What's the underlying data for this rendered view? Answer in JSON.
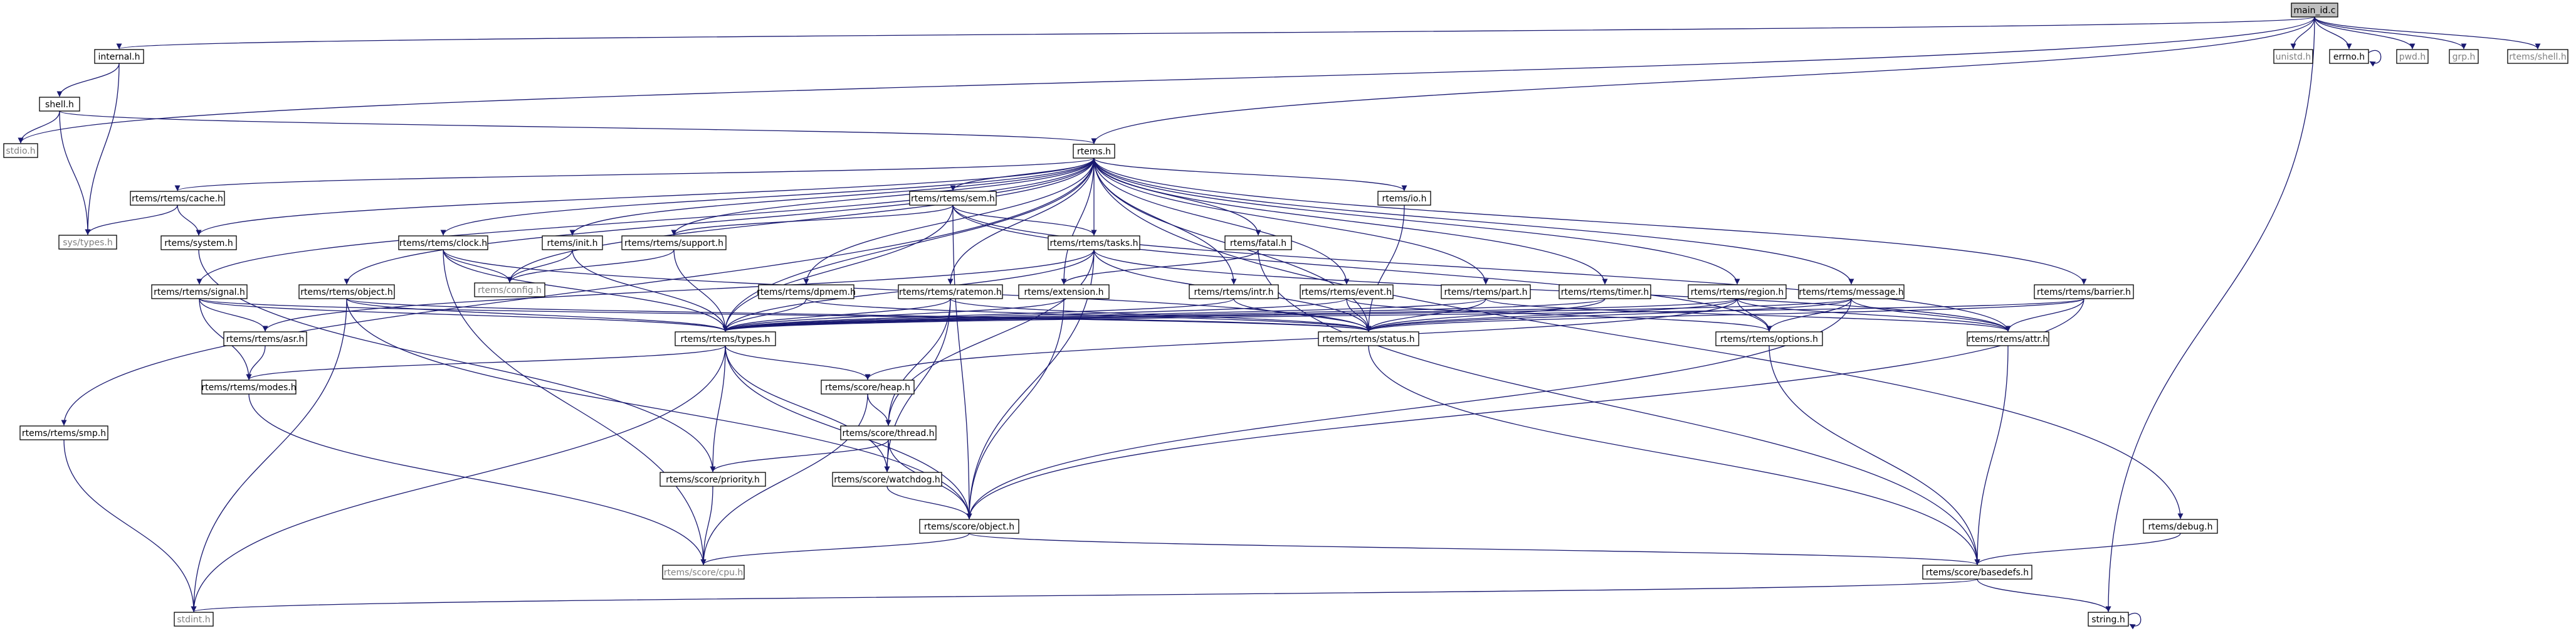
{
  "colors": {
    "edge": "#191970",
    "border_plain": "#000000",
    "border_red": "#ff0000",
    "border_gray": "#bfbfbf",
    "text_plain": "#000000",
    "text_gray": "#7f7f7f",
    "focus_fill": "#bfbfbf",
    "fill": "#ffffff"
  },
  "nodes": [
    {
      "id": "main_id",
      "label": "main_id.c",
      "style": "focus"
    },
    {
      "id": "internal",
      "label": "internal.h",
      "style": "plain"
    },
    {
      "id": "shell",
      "label": "shell.h",
      "style": "red"
    },
    {
      "id": "stdio",
      "label": "stdio.h",
      "style": "gray"
    },
    {
      "id": "systypes",
      "label": "sys/types.h",
      "style": "gray"
    },
    {
      "id": "unistd",
      "label": "unistd.h",
      "style": "gray"
    },
    {
      "id": "errno",
      "label": "errno.h",
      "style": "plain"
    },
    {
      "id": "pwd",
      "label": "pwd.h",
      "style": "gray"
    },
    {
      "id": "grp",
      "label": "grp.h",
      "style": "gray"
    },
    {
      "id": "rshell",
      "label": "rtems/shell.h",
      "style": "gray"
    },
    {
      "id": "rtemsh",
      "label": "rtems.h",
      "style": "plain"
    },
    {
      "id": "cache",
      "label": "rtems/rtems/cache.h",
      "style": "plain"
    },
    {
      "id": "system",
      "label": "rtems/system.h",
      "style": "plain"
    },
    {
      "id": "clock",
      "label": "rtems/rtems/clock.h",
      "style": "red"
    },
    {
      "id": "init",
      "label": "rtems/init.h",
      "style": "plain"
    },
    {
      "id": "sem",
      "label": "rtems/rtems/sem.h",
      "style": "red"
    },
    {
      "id": "support",
      "label": "rtems/rtems/support.h",
      "style": "plain"
    },
    {
      "id": "config",
      "label": "rtems/config.h",
      "style": "gray"
    },
    {
      "id": "tasks",
      "label": "rtems/rtems/tasks.h",
      "style": "plain"
    },
    {
      "id": "fatal",
      "label": "rtems/fatal.h",
      "style": "plain"
    },
    {
      "id": "io",
      "label": "rtems/io.h",
      "style": "plain"
    },
    {
      "id": "signal",
      "label": "rtems/rtems/signal.h",
      "style": "plain"
    },
    {
      "id": "object",
      "label": "rtems/rtems/object.h",
      "style": "plain"
    },
    {
      "id": "dpmem",
      "label": "rtems/rtems/dpmem.h",
      "style": "plain"
    },
    {
      "id": "ratemon",
      "label": "rtems/rtems/ratemon.h",
      "style": "red"
    },
    {
      "id": "extension",
      "label": "rtems/extension.h",
      "style": "red"
    },
    {
      "id": "intr",
      "label": "rtems/rtems/intr.h",
      "style": "red"
    },
    {
      "id": "event",
      "label": "rtems/rtems/event.h",
      "style": "plain"
    },
    {
      "id": "part",
      "label": "rtems/rtems/part.h",
      "style": "plain"
    },
    {
      "id": "timer",
      "label": "rtems/rtems/timer.h",
      "style": "plain"
    },
    {
      "id": "region",
      "label": "rtems/rtems/region.h",
      "style": "red"
    },
    {
      "id": "message",
      "label": "rtems/rtems/message.h",
      "style": "red"
    },
    {
      "id": "barrier",
      "label": "rtems/rtems/barrier.h",
      "style": "red"
    },
    {
      "id": "asr",
      "label": "rtems/rtems/asr.h",
      "style": "red"
    },
    {
      "id": "types",
      "label": "rtems/rtems/types.h",
      "style": "plain"
    },
    {
      "id": "status",
      "label": "rtems/rtems/status.h",
      "style": "plain"
    },
    {
      "id": "options",
      "label": "rtems/rtems/options.h",
      "style": "plain"
    },
    {
      "id": "attr",
      "label": "rtems/rtems/attr.h",
      "style": "plain"
    },
    {
      "id": "modes",
      "label": "rtems/rtems/modes.h",
      "style": "plain"
    },
    {
      "id": "heap",
      "label": "rtems/score/heap.h",
      "style": "plain"
    },
    {
      "id": "thread",
      "label": "rtems/score/thread.h",
      "style": "red"
    },
    {
      "id": "smp",
      "label": "rtems/rtems/smp.h",
      "style": "plain"
    },
    {
      "id": "priority",
      "label": "rtems/score/priority.h",
      "style": "plain"
    },
    {
      "id": "watchdog",
      "label": "rtems/score/watchdog.h",
      "style": "plain"
    },
    {
      "id": "scoreobject",
      "label": "rtems/score/object.h",
      "style": "red"
    },
    {
      "id": "debug",
      "label": "rtems/debug.h",
      "style": "plain"
    },
    {
      "id": "basedefs",
      "label": "rtems/score/basedefs.h",
      "style": "red"
    },
    {
      "id": "cpu",
      "label": "rtems/score/cpu.h",
      "style": "gray"
    },
    {
      "id": "stdint",
      "label": "stdint.h",
      "style": "gray"
    },
    {
      "id": "stringh",
      "label": "string.h",
      "style": "plain"
    }
  ],
  "edges": [
    [
      "main_id",
      "internal"
    ],
    [
      "main_id",
      "stdio"
    ],
    [
      "main_id",
      "rtemsh"
    ],
    [
      "main_id",
      "unistd"
    ],
    [
      "main_id",
      "errno"
    ],
    [
      "main_id",
      "pwd"
    ],
    [
      "main_id",
      "grp"
    ],
    [
      "main_id",
      "rshell"
    ],
    [
      "main_id",
      "stringh"
    ],
    [
      "internal",
      "shell"
    ],
    [
      "internal",
      "systypes"
    ],
    [
      "shell",
      "stdio"
    ],
    [
      "shell",
      "systypes"
    ],
    [
      "shell",
      "rtemsh"
    ],
    [
      "errno",
      "errno"
    ],
    [
      "stringh",
      "stringh"
    ],
    [
      "rtemsh",
      "cache"
    ],
    [
      "rtemsh",
      "system"
    ],
    [
      "rtemsh",
      "clock"
    ],
    [
      "rtemsh",
      "init"
    ],
    [
      "rtemsh",
      "sem"
    ],
    [
      "rtemsh",
      "support"
    ],
    [
      "rtemsh",
      "config"
    ],
    [
      "rtemsh",
      "tasks"
    ],
    [
      "rtemsh",
      "fatal"
    ],
    [
      "rtemsh",
      "io"
    ],
    [
      "rtemsh",
      "signal"
    ],
    [
      "rtemsh",
      "object"
    ],
    [
      "rtemsh",
      "dpmem"
    ],
    [
      "rtemsh",
      "ratemon"
    ],
    [
      "rtemsh",
      "extension"
    ],
    [
      "rtemsh",
      "intr"
    ],
    [
      "rtemsh",
      "event"
    ],
    [
      "rtemsh",
      "part"
    ],
    [
      "rtemsh",
      "timer"
    ],
    [
      "rtemsh",
      "region"
    ],
    [
      "rtemsh",
      "message"
    ],
    [
      "rtemsh",
      "barrier"
    ],
    [
      "rtemsh",
      "smp"
    ],
    [
      "rtemsh",
      "debug"
    ],
    [
      "rtemsh",
      "types"
    ],
    [
      "rtemsh",
      "status"
    ],
    [
      "cache",
      "systypes"
    ],
    [
      "cache",
      "system"
    ],
    [
      "system",
      "priority"
    ],
    [
      "clock",
      "config"
    ],
    [
      "clock",
      "types"
    ],
    [
      "clock",
      "status"
    ],
    [
      "clock",
      "cpu"
    ],
    [
      "init",
      "config"
    ],
    [
      "init",
      "types"
    ],
    [
      "sem",
      "support"
    ],
    [
      "sem",
      "types"
    ],
    [
      "sem",
      "tasks"
    ],
    [
      "sem",
      "options"
    ],
    [
      "sem",
      "attr"
    ],
    [
      "sem",
      "scoreobject"
    ],
    [
      "support",
      "config"
    ],
    [
      "support",
      "types"
    ],
    [
      "tasks",
      "types"
    ],
    [
      "tasks",
      "thread"
    ],
    [
      "tasks",
      "status"
    ],
    [
      "tasks",
      "asr"
    ],
    [
      "tasks",
      "scoreobject"
    ],
    [
      "tasks",
      "attr"
    ],
    [
      "fatal",
      "basedefs"
    ],
    [
      "fatal",
      "extension"
    ],
    [
      "io",
      "status"
    ],
    [
      "signal",
      "asr"
    ],
    [
      "signal",
      "modes"
    ],
    [
      "signal",
      "types"
    ],
    [
      "signal",
      "status"
    ],
    [
      "object",
      "types"
    ],
    [
      "object",
      "stdint"
    ],
    [
      "object",
      "scoreobject"
    ],
    [
      "object",
      "status"
    ],
    [
      "dpmem",
      "types"
    ],
    [
      "dpmem",
      "status"
    ],
    [
      "ratemon",
      "types"
    ],
    [
      "ratemon",
      "thread"
    ],
    [
      "ratemon",
      "watchdog"
    ],
    [
      "ratemon",
      "status"
    ],
    [
      "extension",
      "types"
    ],
    [
      "extension",
      "scoreobject"
    ],
    [
      "intr",
      "types"
    ],
    [
      "intr",
      "status"
    ],
    [
      "event",
      "types"
    ],
    [
      "event",
      "status"
    ],
    [
      "event",
      "options"
    ],
    [
      "part",
      "types"
    ],
    [
      "part",
      "status"
    ],
    [
      "part",
      "attr"
    ],
    [
      "timer",
      "types"
    ],
    [
      "timer",
      "status"
    ],
    [
      "region",
      "types"
    ],
    [
      "region",
      "options"
    ],
    [
      "region",
      "status"
    ],
    [
      "region",
      "attr"
    ],
    [
      "region",
      "heap"
    ],
    [
      "message",
      "types"
    ],
    [
      "message",
      "options"
    ],
    [
      "message",
      "status"
    ],
    [
      "message",
      "attr"
    ],
    [
      "message",
      "scoreobject"
    ],
    [
      "barrier",
      "types"
    ],
    [
      "barrier",
      "status"
    ],
    [
      "barrier",
      "attr"
    ],
    [
      "barrier",
      "scoreobject"
    ],
    [
      "asr",
      "modes"
    ],
    [
      "types",
      "modes"
    ],
    [
      "types",
      "heap"
    ],
    [
      "types",
      "priority"
    ],
    [
      "types",
      "watchdog"
    ],
    [
      "types",
      "scoreobject"
    ],
    [
      "types",
      "stdint"
    ],
    [
      "modes",
      "cpu"
    ],
    [
      "heap",
      "thread"
    ],
    [
      "heap",
      "cpu"
    ],
    [
      "thread",
      "priority"
    ],
    [
      "thread",
      "watchdog"
    ],
    [
      "thread",
      "scoreobject"
    ],
    [
      "priority",
      "cpu"
    ],
    [
      "watchdog",
      "scoreobject"
    ],
    [
      "scoreobject",
      "cpu"
    ],
    [
      "scoreobject",
      "basedefs"
    ],
    [
      "options",
      "basedefs"
    ],
    [
      "attr",
      "basedefs"
    ],
    [
      "status",
      "basedefs"
    ],
    [
      "debug",
      "basedefs"
    ],
    [
      "basedefs",
      "stdint"
    ],
    [
      "basedefs",
      "stringh"
    ],
    [
      "smp",
      "stdint"
    ]
  ]
}
